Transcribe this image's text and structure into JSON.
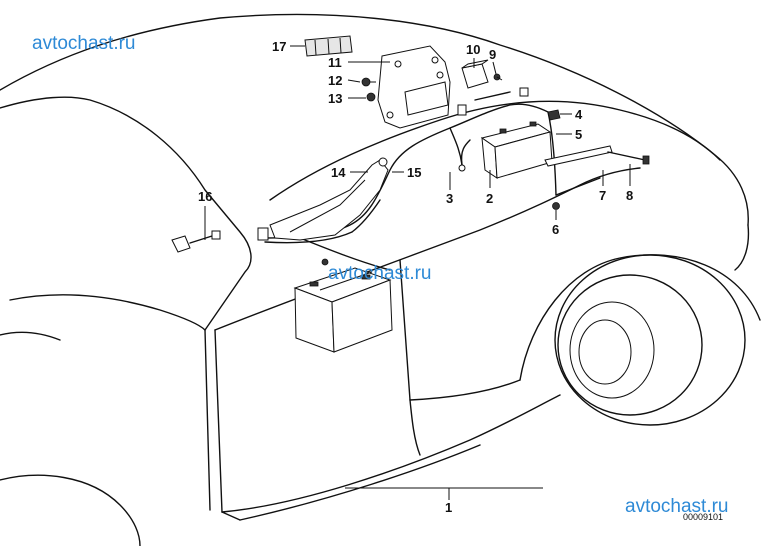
{
  "watermarks": [
    "avtochast.ru",
    "avtochast.ru",
    "avtochast.ru"
  ],
  "watermark_color": "#2e8ad6",
  "diagram_code": "00009101",
  "labels": {
    "n1": "1",
    "n2": "2",
    "n3": "3",
    "n4": "4",
    "n5": "5",
    "n6": "6",
    "n7": "7",
    "n8": "8",
    "n9": "9",
    "n10": "10",
    "n11": "11",
    "n12": "12",
    "n13": "13",
    "n14": "14",
    "n15": "15",
    "n16": "16",
    "n17": "17"
  }
}
